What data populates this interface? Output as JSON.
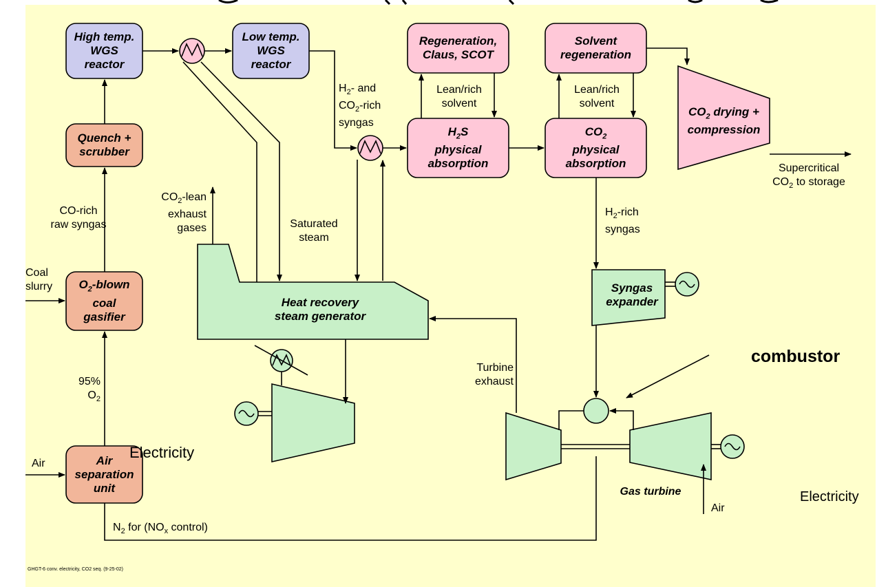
{
  "blocks": {
    "high_temp_wgs": "High temp.\nWGS\nreactor",
    "low_temp_wgs": "Low temp.\nWGS\nreactor",
    "regeneration_claus": "Regeneration,\nClaus, SCOT",
    "solvent_regeneration": "Solvent\nregeneration",
    "quench_scrubber": "Quench +\nscrubber",
    "h2s_absorption": "physical\nabsorption",
    "co2_absorption": "physical\nabsorption",
    "co2_drying": "drying +\ncompression",
    "gasifier": "coal\ngasifier",
    "air_separation": "Air\nseparation\nunit",
    "hrsg": "Heat recovery\nsteam generator",
    "syngas_expander": "Syngas\nexpander",
    "gas_turbine": "Gas turbine"
  },
  "labels": {
    "h2_co2_rich_syngas": "syngas",
    "lean_rich_solvent_1": "Lean/rich\nsolvent",
    "lean_rich_solvent_2": "Lean/rich\nsolvent",
    "supercritical_co2": "Supercritical",
    "co_rich_raw_syngas": "CO-rich\nraw syngas",
    "co2_lean_exhaust": "exhaust\ngases",
    "saturated_steam": "Saturated\nsteam",
    "h2_rich_syngas": "syngas",
    "coal_slurry": "Coal\nslurry",
    "oxygen_95": "95%",
    "turbine_exhaust": "Turbine\nexhaust",
    "combustor": "combustor",
    "electricity_left": "Electricity",
    "electricity_right": "Electricity",
    "air_asu": "Air",
    "air_gt": "Air",
    "n2_nox": ")",
    "footer": "GHGT-6 conv. electricity, CO2 seq. (9-25-02)"
  },
  "colors": {
    "background": "#ffffcc",
    "purple_block": "#ccccee",
    "pink_block": "#ffc8d8",
    "orange_block": "#f2b69a",
    "green_block": "#c8f0c8"
  }
}
